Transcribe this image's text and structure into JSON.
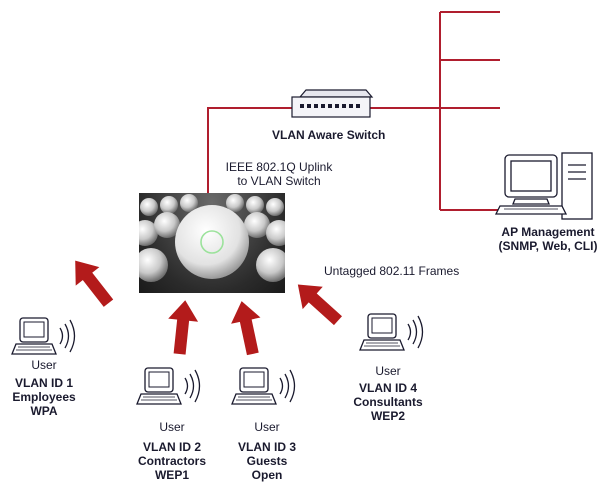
{
  "switch": {
    "label": "VLAN Aware Switch"
  },
  "uplink": {
    "label_line1": "IEEE 802.1Q Uplink",
    "label_line2": "to VLAN Switch"
  },
  "management": {
    "title": "AP Management",
    "subtitle": "(SNMP, Web, CLI)"
  },
  "frames": {
    "label": "Untagged 802.11 Frames"
  },
  "clients": [
    {
      "user": "User",
      "lines": [
        "VLAN ID 1",
        "Employees",
        "WPA"
      ]
    },
    {
      "user": "User",
      "lines": [
        "VLAN ID 2",
        "Contractors",
        "WEP1"
      ]
    },
    {
      "user": "User",
      "lines": [
        "VLAN ID 3",
        "Guests",
        "Open"
      ]
    },
    {
      "user": "User",
      "lines": [
        "VLAN ID 4",
        "Consultants",
        "WEP2"
      ]
    }
  ],
  "colors": {
    "line": "#b01e2e",
    "arrow": "#b31b1b",
    "text": "#1a1a2e"
  }
}
